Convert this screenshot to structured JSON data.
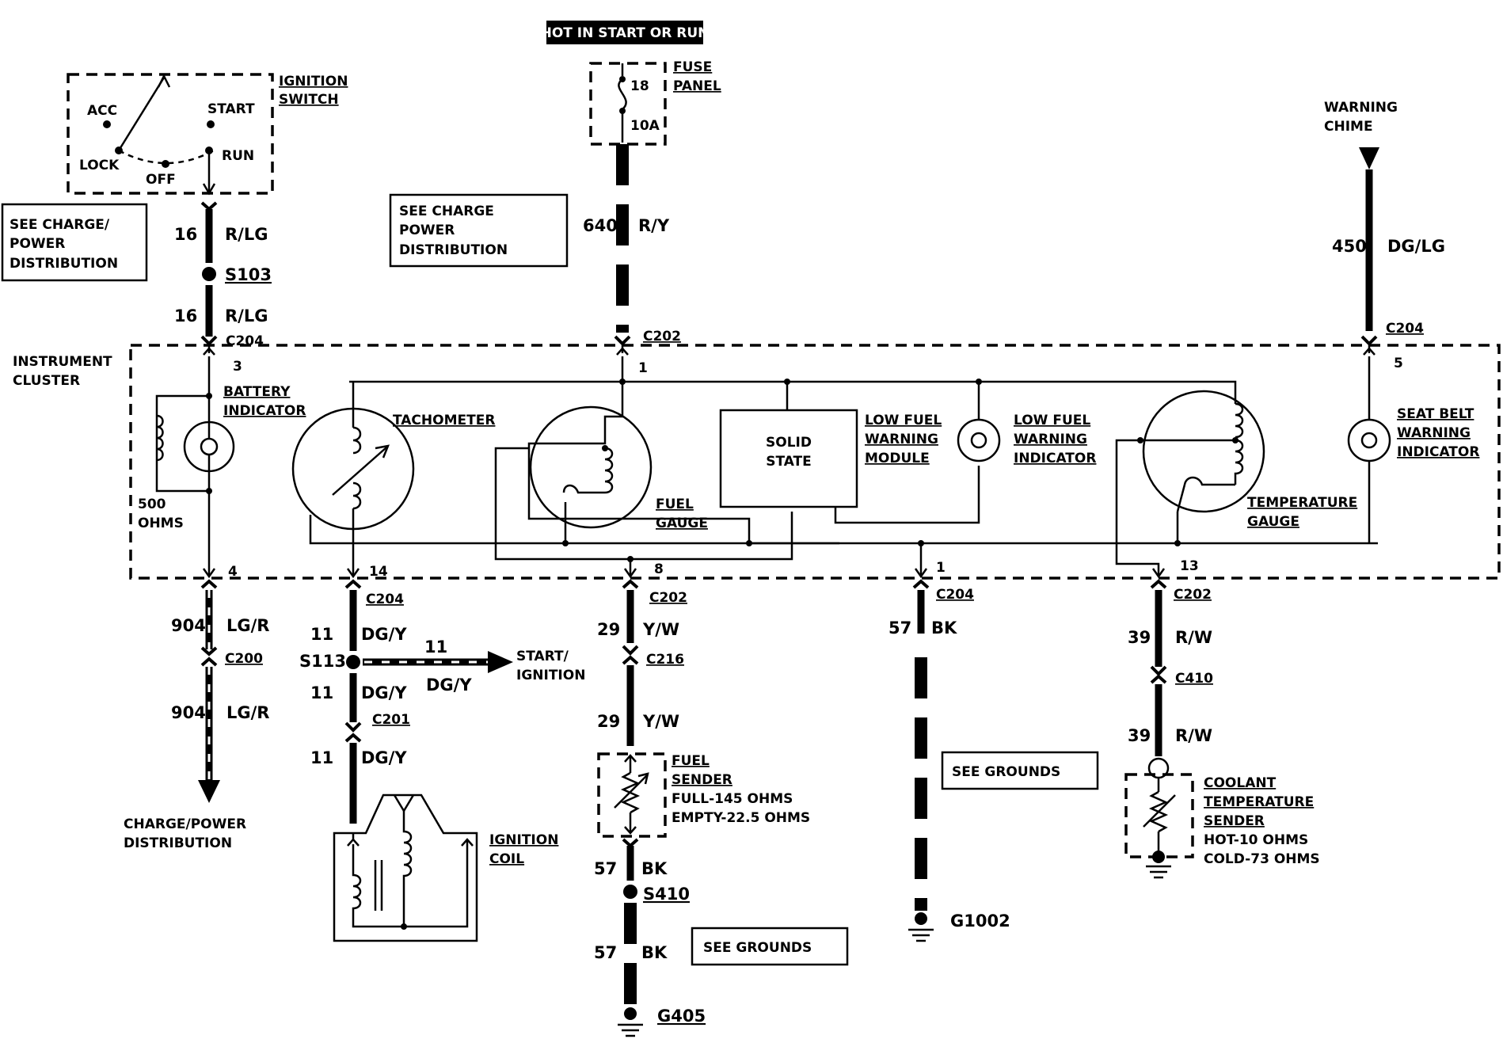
{
  "hot_banner": "HOT IN START OR RUN",
  "ignition_switch": {
    "label_line1": "IGNITION",
    "label_line2": "SWITCH",
    "positions": {
      "acc": "ACC",
      "start": "START",
      "lock": "LOCK",
      "off": "OFF",
      "run": "RUN"
    }
  },
  "fuse_panel": {
    "label_line1": "FUSE",
    "label_line2": "PANEL",
    "fuse_number": "18",
    "fuse_rating": "10A"
  },
  "warning_chime": {
    "line1": "WARNING",
    "line2": "CHIME"
  },
  "notes": {
    "see_charge_left": [
      "SEE CHARGE/",
      "POWER",
      "DISTRIBUTION"
    ],
    "see_charge_center": [
      "SEE CHARGE",
      "POWER",
      "DISTRIBUTION"
    ],
    "see_grounds_1": "SEE GROUNDS",
    "see_grounds_2": "SEE GROUNDS"
  },
  "instrument_cluster": {
    "label_line1": "INSTRUMENT",
    "label_line2": "CLUSTER",
    "battery_indicator": [
      "BATTERY",
      "INDICATOR"
    ],
    "resistor": [
      "500",
      "OHMS"
    ],
    "tachometer": "TACHOMETER",
    "fuel_gauge": [
      "FUEL",
      "GAUGE"
    ],
    "solid_state": [
      "SOLID",
      "STATE"
    ],
    "low_fuel_module": [
      "LOW FUEL",
      "WARNING",
      "MODULE"
    ],
    "low_fuel_indicator": [
      "LOW FUEL",
      "WARNING",
      "INDICATOR"
    ],
    "temperature_gauge": [
      "TEMPERATURE",
      "GAUGE"
    ],
    "seat_belt_indicator": [
      "SEAT BELT",
      "WARNING",
      "INDICATOR"
    ]
  },
  "pins": {
    "p3": "3",
    "p1_top": "1",
    "p5": "5",
    "p4": "4",
    "p14": "14",
    "p8": "8",
    "p1_bottom": "1",
    "p13": "13"
  },
  "connectors": {
    "c204_top_left": "C204",
    "c202_top": "C202",
    "c204_top_right": "C204",
    "c204_bottom_a": "C204",
    "c202_bottom_a": "C202",
    "c204_bottom_b": "C204",
    "c202_bottom_b": "C202",
    "c200": "C200",
    "c201": "C201",
    "c216": "C216",
    "c410": "C410",
    "s103": "S103",
    "s113": "S113",
    "s410": "S410"
  },
  "wires": {
    "w16a": {
      "num": "16",
      "color": "R/LG"
    },
    "w16b": {
      "num": "16",
      "color": "R/LG"
    },
    "w640": {
      "num": "640",
      "color": "R/Y"
    },
    "w450": {
      "num": "450",
      "color": "DG/LG"
    },
    "w904a": {
      "num": "904",
      "color": "LG/R"
    },
    "w904b": {
      "num": "904",
      "color": "LG/R"
    },
    "w11a": {
      "num": "11",
      "color": "DG/Y"
    },
    "w11b": {
      "num": "11",
      "color": "DG/Y"
    },
    "w11c": {
      "num": "11",
      "color": "DG/Y"
    },
    "w11d": {
      "num": "11",
      "color": "DG/Y"
    },
    "w29a": {
      "num": "29",
      "color": "Y/W"
    },
    "w29b": {
      "num": "29",
      "color": "Y/W"
    },
    "w57a": {
      "num": "57",
      "color": "BK"
    },
    "w57b": {
      "num": "57",
      "color": "BK"
    },
    "w57c": {
      "num": "57",
      "color": "BK"
    },
    "w39a": {
      "num": "39",
      "color": "R/W"
    },
    "w39b": {
      "num": "39",
      "color": "R/W"
    }
  },
  "destinations": {
    "start_ignition": [
      "START/",
      "IGNITION"
    ],
    "charge_power": [
      "CHARGE/POWER",
      "DISTRIBUTION"
    ],
    "ignition_coil": [
      "IGNITION",
      "COIL"
    ]
  },
  "fuel_sender": [
    "FUEL",
    "SENDER",
    "FULL-145 OHMS",
    "EMPTY-22.5 OHMS"
  ],
  "coolant_sender": [
    "COOLANT",
    "TEMPERATURE",
    "SENDER",
    "HOT-10 OHMS",
    "COLD-73 OHMS"
  ],
  "grounds": {
    "g405": "G405",
    "g1002": "G1002"
  }
}
